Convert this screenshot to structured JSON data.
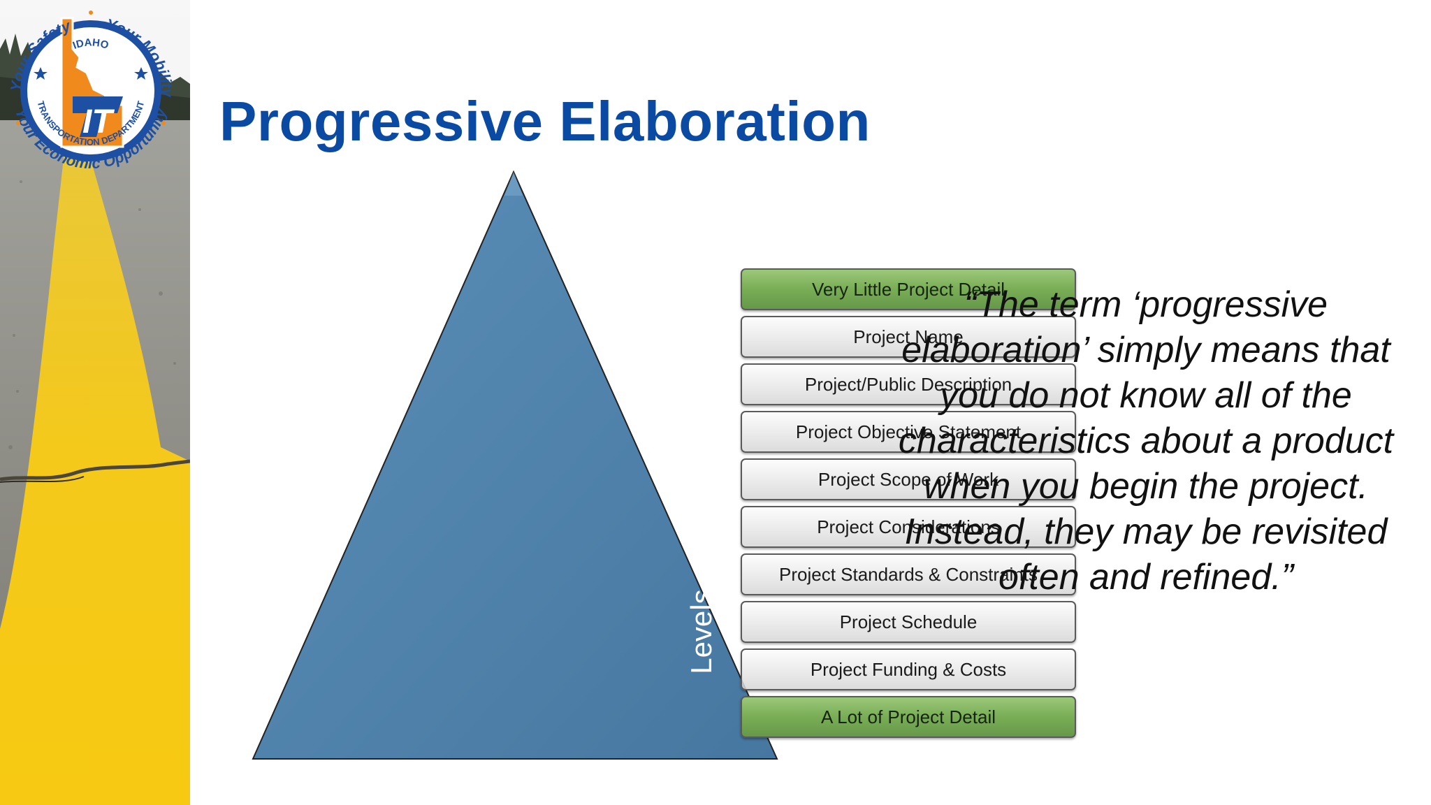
{
  "slide": {
    "title": "Progressive Elaboration",
    "quote": "“The term ‘progressive elaboration’ simply means that you do not know all of the characteristics about a product when you begin the project.  Instead, they may be revisited often and refined.”"
  },
  "diagram": {
    "axis_label": "Levels of Project Detail",
    "levels": [
      "Very Little Project Detail",
      "Project Name",
      "Project/Public Description",
      "Project Objective Statement",
      "Project Scope of Work",
      "Project Considerations",
      "Project Standards & Constraints",
      "Project Schedule",
      "Project Funding & Costs",
      "A Lot of Project Detail"
    ],
    "highlighted_levels": [
      0,
      9
    ]
  },
  "logo": {
    "ring_top_left": "Your Safety",
    "ring_top_right": "Your Mobility",
    "ring_bottom": "Your Economic Opportunity",
    "state": "IDAHO",
    "department": "TRANSPORTATION DEPARTMENT",
    "mark": "IT"
  },
  "colors": {
    "title": "#0b4aa3",
    "pyramid": "#4f82ab",
    "level_green": "#79ad55",
    "road_line": "#f2c81a",
    "logo_blue": "#1d4fa3",
    "logo_orange": "#f08a1c"
  }
}
